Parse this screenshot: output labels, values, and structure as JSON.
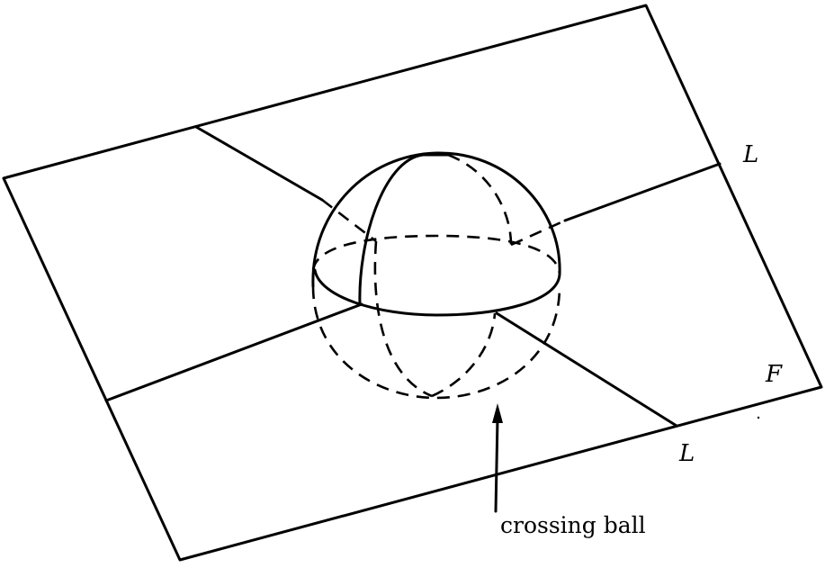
{
  "labels": {
    "leaf_top": "L",
    "leaf_bottom": "L",
    "foliation": "F",
    "crossing_ball": "crossing ball"
  },
  "colors": {
    "ink": "#000000",
    "background": "#ffffff"
  }
}
